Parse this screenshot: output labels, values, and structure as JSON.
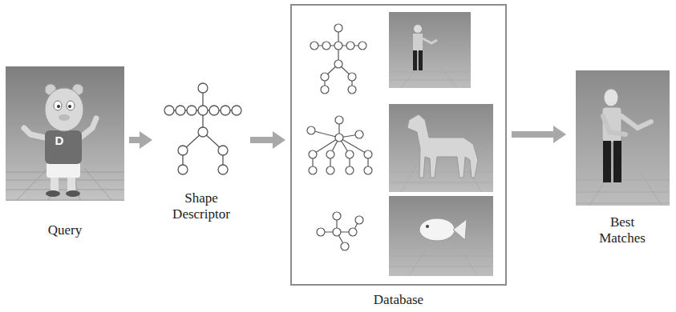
{
  "diagram": {
    "nodes": [
      {
        "text": [
          "Query"
        ]
      },
      {
        "text": [
          "Shape Descriptor"
        ]
      },
      {
        "text": [
          "Database"
        ]
      },
      {
        "text": [
          "Best Matches"
        ]
      }
    ],
    "edges": [
      {
        "from": 0,
        "to": 1,
        "arrow": "to"
      },
      {
        "from": 1,
        "to": 2,
        "arrow": "to"
      },
      {
        "from": 2,
        "to": 3,
        "arrow": "to"
      }
    ],
    "labels": [
      "D"
    ]
  }
}
